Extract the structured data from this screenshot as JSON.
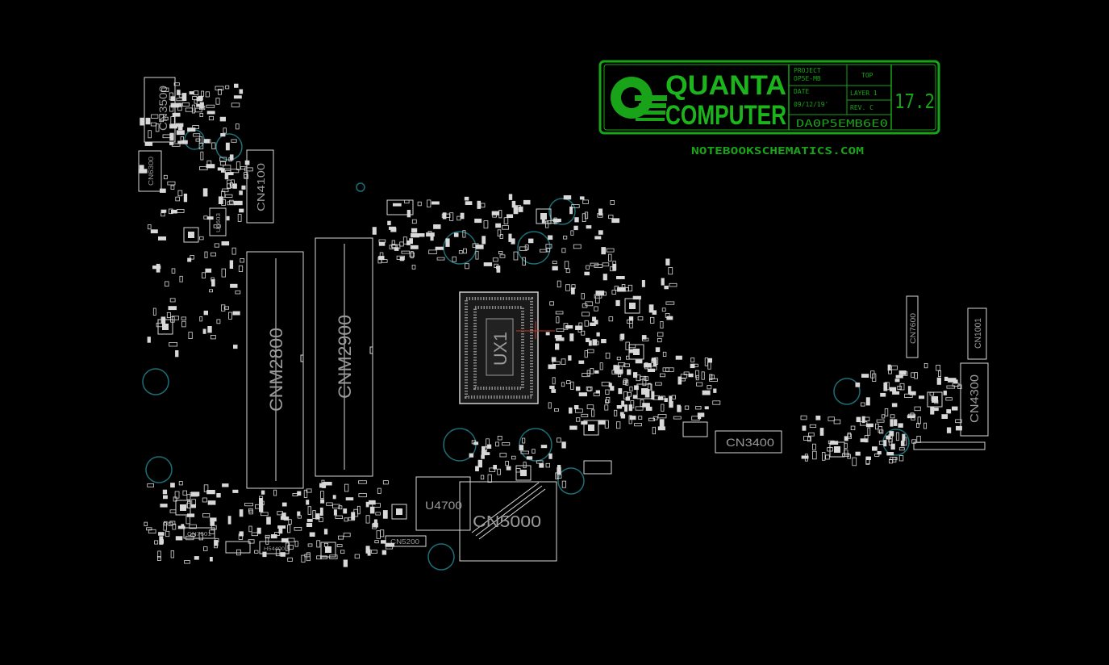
{
  "title_block": {
    "company_line1": "QUANTA",
    "company_line2": "COMPUTER",
    "project_label": "PROJECT",
    "project_value": "OP5E-MB",
    "side_label": "TOP",
    "date_label": "DATE",
    "date_value": "09/12/19'",
    "layer_label": "LAYER 1",
    "rev_label": "REV. C",
    "part_number": "DA0P5EMB6E0",
    "version": "17.2"
  },
  "watermark": "NOTEBOOKSCHEMATICS.COM",
  "components": {
    "cn3500": "CN3500",
    "cn6300": "CN6300",
    "cn4100": "CN4100",
    "u6603": "U6603",
    "cnm2800": "CNM2800",
    "cnm2900": "CNM2900",
    "ux1": "UX1",
    "u4700": "U4700",
    "cn5000": "CN5000",
    "cn5200": "CN5200",
    "cn7601": "CN7601",
    "h54400": "H54400",
    "cn3400": "CN3400",
    "cn7600": "CN7600",
    "cn1001": "CN1001",
    "cn4300": "CN4300"
  },
  "colors": {
    "background": "#000000",
    "silkscreen": "#d8d8d8",
    "title_block": "#19a319",
    "mount_hole": "#1c6f78",
    "cpu_marker": "#c0392b"
  }
}
